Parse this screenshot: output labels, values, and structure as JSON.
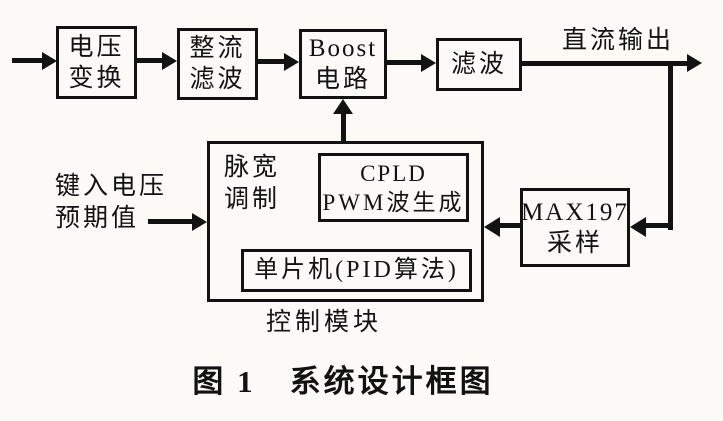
{
  "diagram": {
    "blocks": {
      "voltage_conversion": {
        "line1": "电压",
        "line2": "变换"
      },
      "rectifier_filter": {
        "line1": "整流",
        "line2": "滤波"
      },
      "boost_circuit": {
        "line1": "Boost",
        "line2": "电路"
      },
      "output_filter": {
        "label": "滤波"
      },
      "cpld_pwm": {
        "line1": "CPLD",
        "line2": "PWM波生成"
      },
      "mcu": {
        "label": "单片机(PID算法)"
      },
      "max197": {
        "line1": "MAX197",
        "line2": "采样"
      }
    },
    "labels": {
      "dc_output": "直流输出",
      "setpoint_line1": "键入电压",
      "setpoint_line2": "预期值",
      "pwm_line1": "脉宽",
      "pwm_line2": "调制",
      "control_module": "控制模块"
    },
    "caption": "图 1　系统设计框图",
    "colors": {
      "line": "#121212",
      "background": "#fbfaf7"
    }
  }
}
